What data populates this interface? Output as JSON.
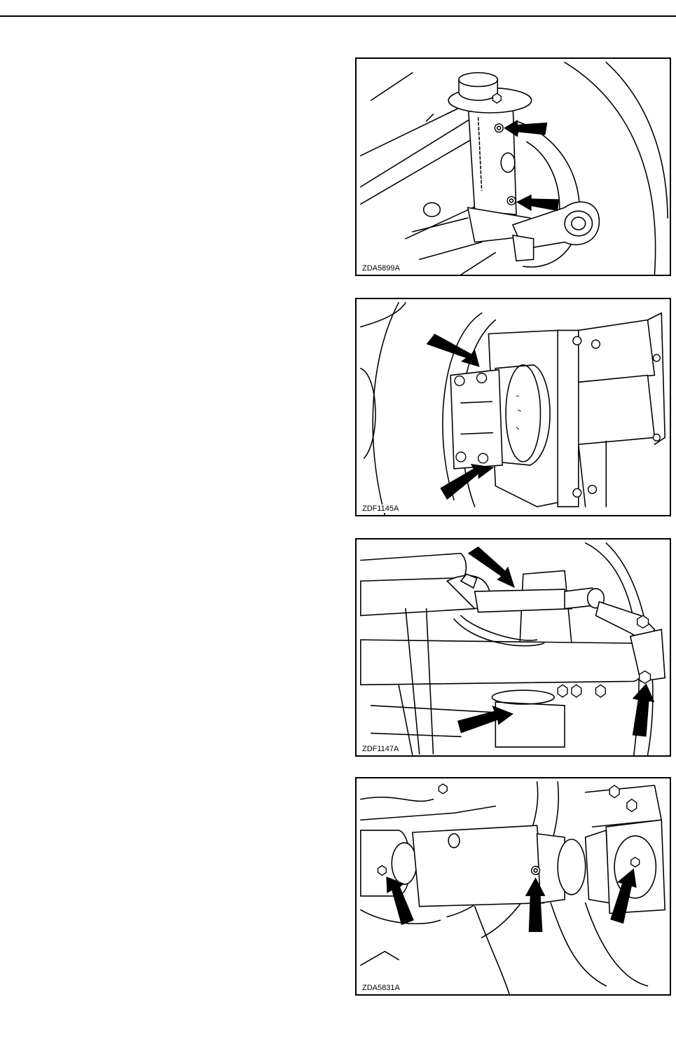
{
  "figures": [
    {
      "code": "ZDA5899A"
    },
    {
      "code": "ZDF1145A"
    },
    {
      "code": "ZDF1147A"
    },
    {
      "code": "ZDA5831A"
    }
  ]
}
